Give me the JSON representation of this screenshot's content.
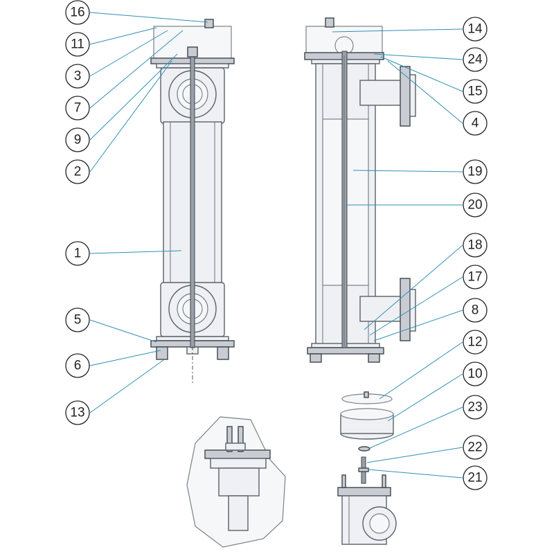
{
  "callouts": [
    {
      "id": "16",
      "label": "16"
    },
    {
      "id": "11",
      "label": "11"
    },
    {
      "id": "3",
      "label": "3"
    },
    {
      "id": "7",
      "label": "7"
    },
    {
      "id": "9",
      "label": "9"
    },
    {
      "id": "2",
      "label": "2"
    },
    {
      "id": "1",
      "label": "1"
    },
    {
      "id": "5",
      "label": "5"
    },
    {
      "id": "6",
      "label": "6"
    },
    {
      "id": "13",
      "label": "13"
    },
    {
      "id": "14",
      "label": "14"
    },
    {
      "id": "24",
      "label": "24"
    },
    {
      "id": "15",
      "label": "15"
    },
    {
      "id": "4",
      "label": "4"
    },
    {
      "id": "19",
      "label": "19"
    },
    {
      "id": "20",
      "label": "20"
    },
    {
      "id": "18",
      "label": "18"
    },
    {
      "id": "17",
      "label": "17"
    },
    {
      "id": "8",
      "label": "8"
    },
    {
      "id": "12",
      "label": "12"
    },
    {
      "id": "10",
      "label": "10"
    },
    {
      "id": "23",
      "label": "23"
    },
    {
      "id": "22",
      "label": "22"
    },
    {
      "id": "21",
      "label": "21"
    }
  ]
}
